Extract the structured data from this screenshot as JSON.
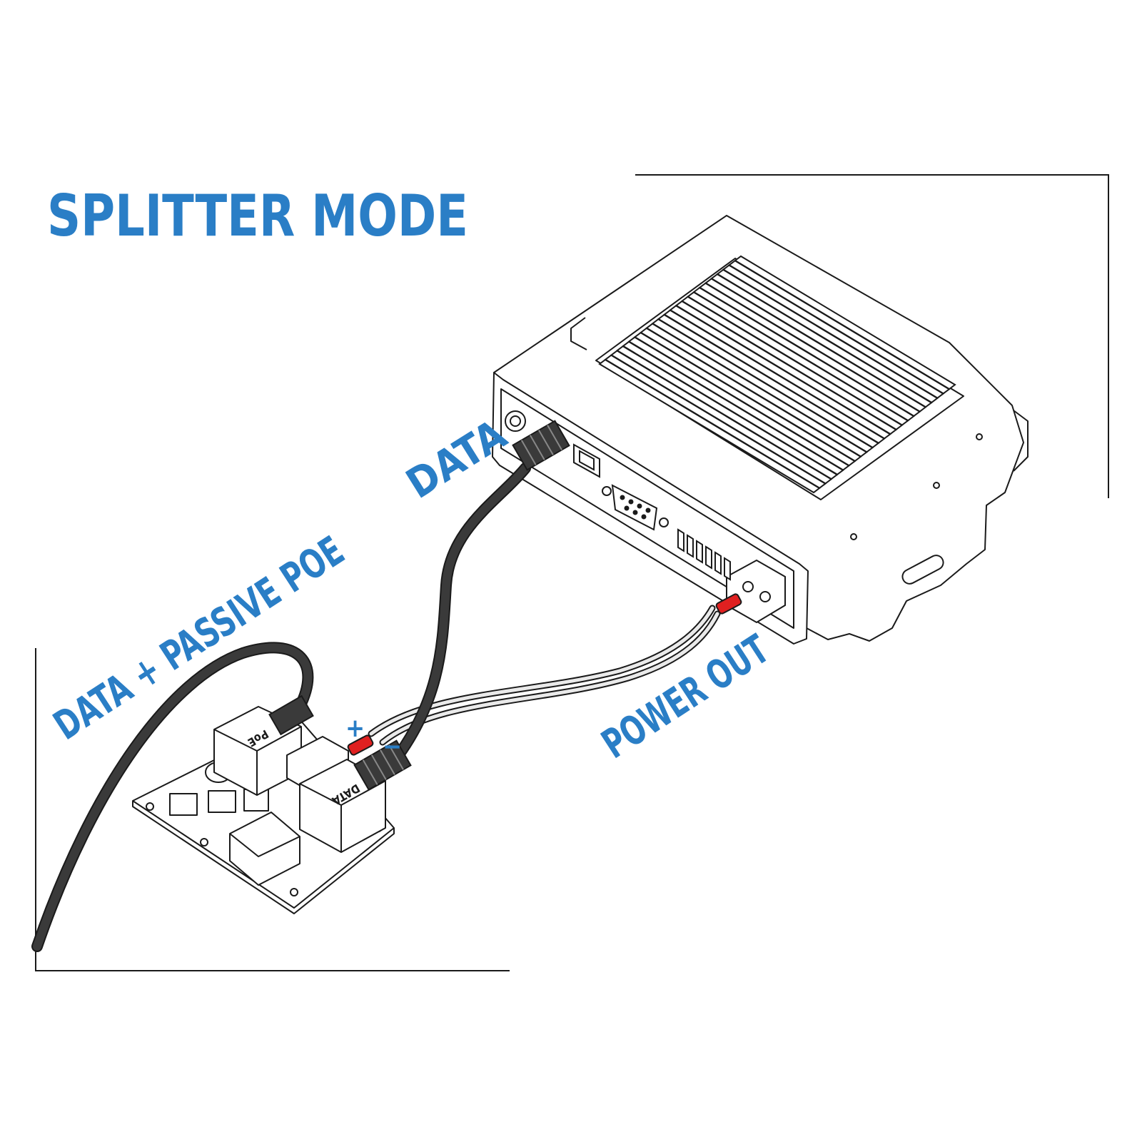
{
  "title": "SPLITTER MODE",
  "labels": {
    "data": "DATA",
    "data_poe": "DATA + PASSIVE POE",
    "power_out": "POWER OUT",
    "plus": "+",
    "minus": "−",
    "poe_port": "PoE",
    "data_port": "DATA"
  },
  "colors": {
    "label_blue": "#2a7ec6",
    "cable_dark": "#3a3a3a",
    "wire_red": "#e02020",
    "line": "#1a1a1a",
    "wire_light": "#eaeaea"
  },
  "icons": {
    "router": "router-device",
    "splitter": "poe-splitter-board",
    "connector": "rj45-connector"
  }
}
